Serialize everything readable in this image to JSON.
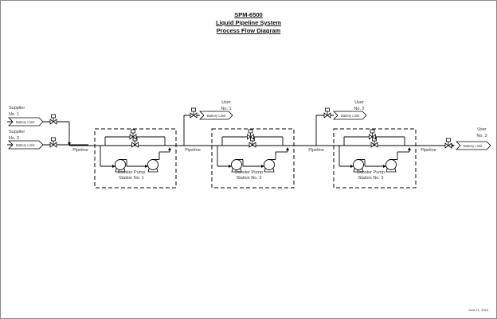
{
  "titles": [
    "SPM-6500",
    "Liquid Pipeline System",
    "Process Flow Diagram"
  ],
  "suppliers": [
    {
      "line1": "Supplier",
      "line2": "No. 1",
      "limit": "Battery Limit"
    },
    {
      "line1": "Supplier",
      "line2": "No. 2",
      "limit": "Battery Limit"
    }
  ],
  "users": [
    {
      "line1": "User",
      "line2": "No. 1",
      "limit": "Battery Limit"
    },
    {
      "line1": "User",
      "line2": "No. 2",
      "limit": "Battery Limit"
    },
    {
      "line1": "User",
      "line2": "No. 3",
      "limit": "Battery Limit"
    }
  ],
  "pipeline_labels": [
    "Pipeline",
    "Pipeline",
    "Pipeline",
    "Pipeline"
  ],
  "stations": [
    {
      "line1": "Booster Pump",
      "line2": "Station No. 1"
    },
    {
      "line1": "Booster Pump",
      "line2": "Station No. 2"
    },
    {
      "line1": "Booster Pump",
      "line2": "Station No. 3"
    }
  ],
  "date": "June 21, 2013",
  "colors": {
    "line": "#000000",
    "text": "#333333",
    "border": "#8a8a8a"
  }
}
